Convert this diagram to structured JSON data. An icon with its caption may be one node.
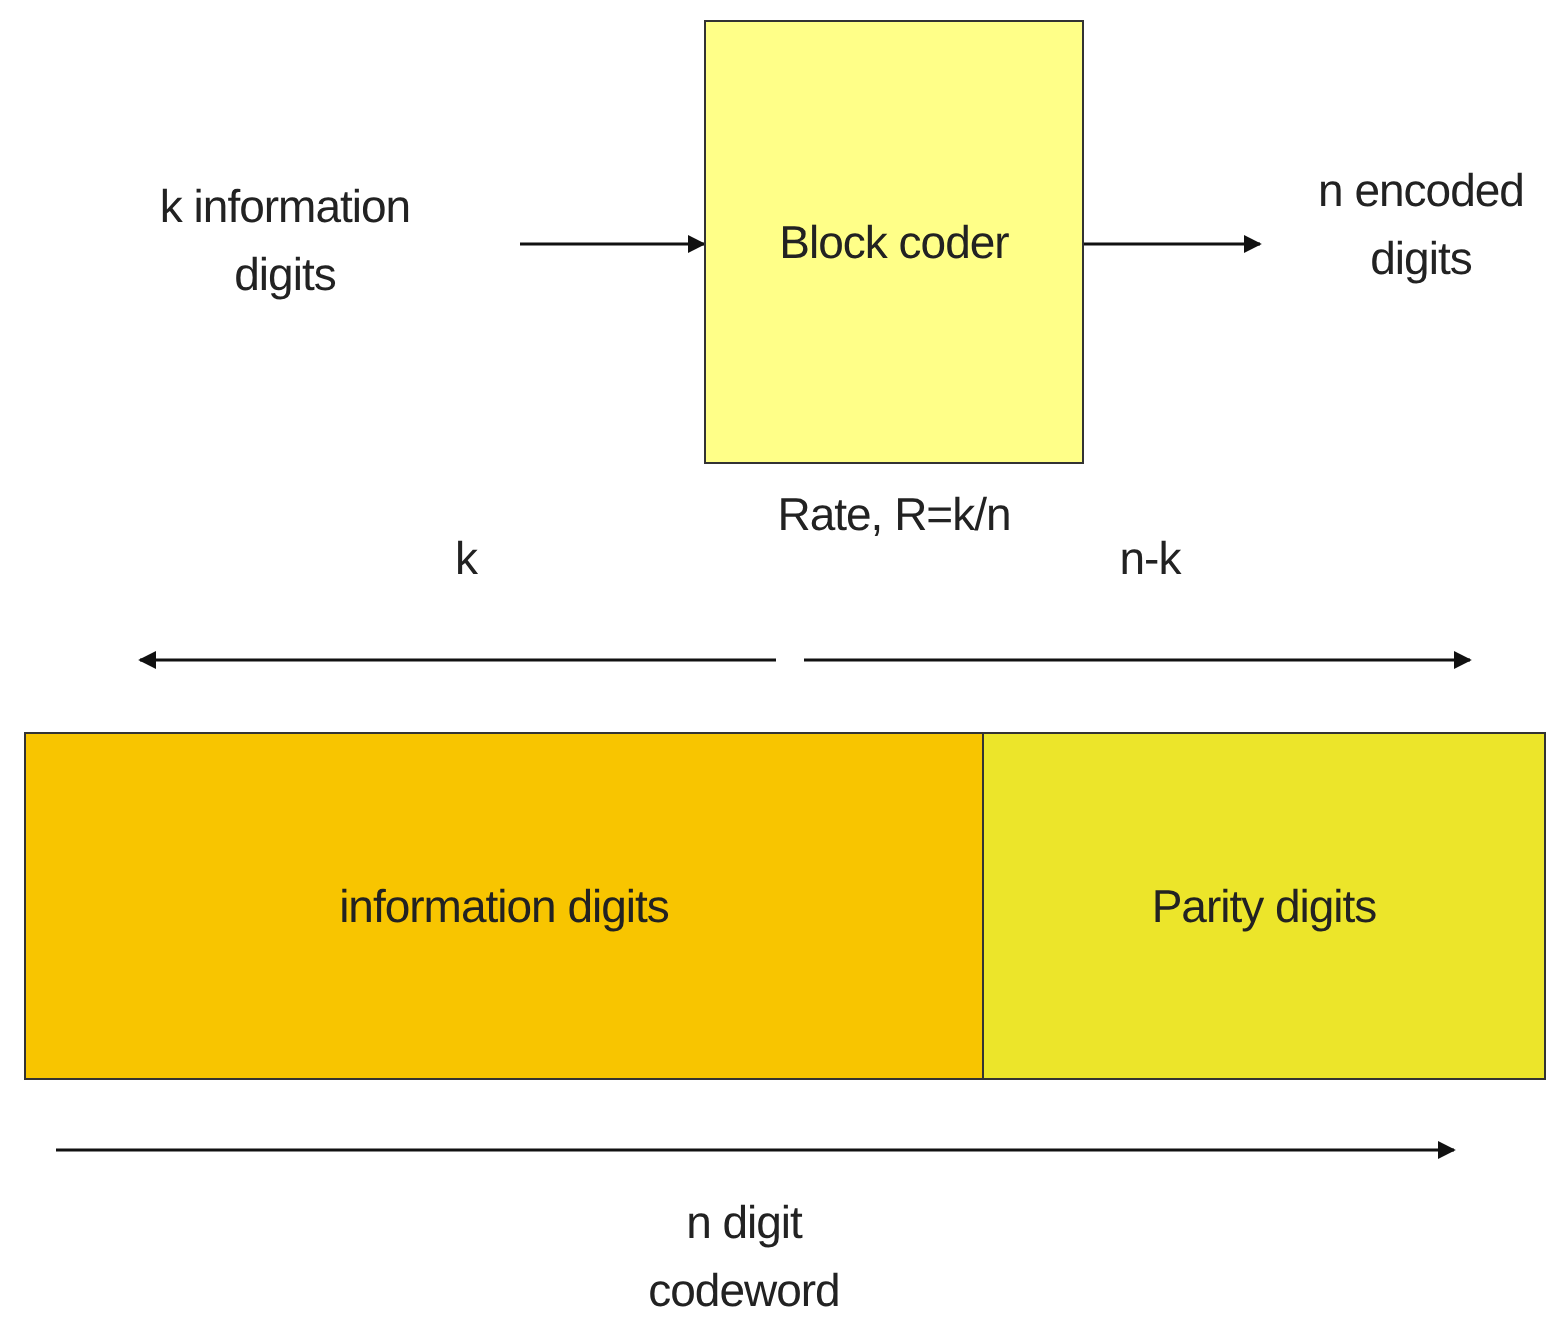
{
  "diagram": {
    "nodes": [
      {
        "text": [
          "k information digits"
        ]
      },
      {
        "text": [
          "Block coder"
        ],
        "beside": [
          "Rate, R=k/n"
        ]
      },
      {
        "text": [
          "n encoded digits"
        ]
      },
      {
        "text": [
          "information digits"
        ]
      },
      {
        "text": [
          "Parity digits"
        ]
      }
    ],
    "edges": [
      {
        "from": 0,
        "to": 1,
        "arrow": "to"
      },
      {
        "from": 1,
        "to": 2,
        "arrow": "to"
      }
    ],
    "labels": [
      "k",
      "n-k",
      "n digit codeword"
    ]
  }
}
